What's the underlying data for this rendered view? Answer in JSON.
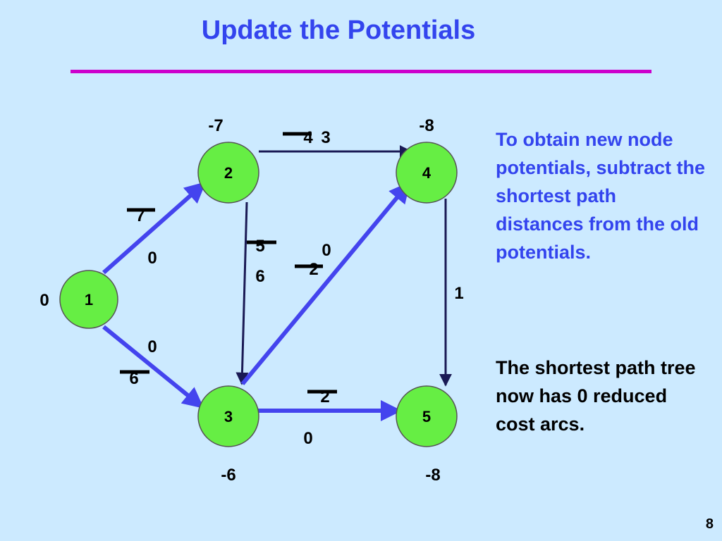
{
  "title": "Update the Potentials",
  "graph": {
    "nodes": [
      {
        "id": "1",
        "potential": "0"
      },
      {
        "id": "2",
        "potential": "-7"
      },
      {
        "id": "3",
        "potential": "-6"
      },
      {
        "id": "4",
        "potential": "-8"
      },
      {
        "id": "5",
        "potential": "-8"
      }
    ],
    "edges": [
      {
        "from": "1",
        "to": "2",
        "old_cost": "7",
        "new_cost": "0",
        "tree": true
      },
      {
        "from": "1",
        "to": "3",
        "old_cost": "6",
        "new_cost": "0",
        "tree": true
      },
      {
        "from": "2",
        "to": "4",
        "old_cost": "4",
        "new_cost": "3",
        "tree": false
      },
      {
        "from": "2",
        "to": "3",
        "old_cost": "5",
        "new_cost": "6",
        "tree": false
      },
      {
        "from": "3",
        "to": "4",
        "old_cost": "2",
        "new_cost": "0",
        "tree": true
      },
      {
        "from": "3",
        "to": "5",
        "old_cost": "2",
        "new_cost": "0",
        "tree": true
      },
      {
        "from": "4",
        "to": "5",
        "old_cost": "",
        "new_cost": "1",
        "tree": false
      }
    ]
  },
  "side_text": {
    "para1": "To obtain new node potentials, subtract the shortest path distances from the old potentials.",
    "para2": "The shortest path tree now has 0 reduced cost arcs."
  },
  "page_number": "8",
  "colors": {
    "background": "#cceaff",
    "title": "#3344ee",
    "rule": "#cc00cc",
    "node_fill": "#66ee44",
    "tree_arc": "#4444ee",
    "arc": "#1a1a55"
  }
}
